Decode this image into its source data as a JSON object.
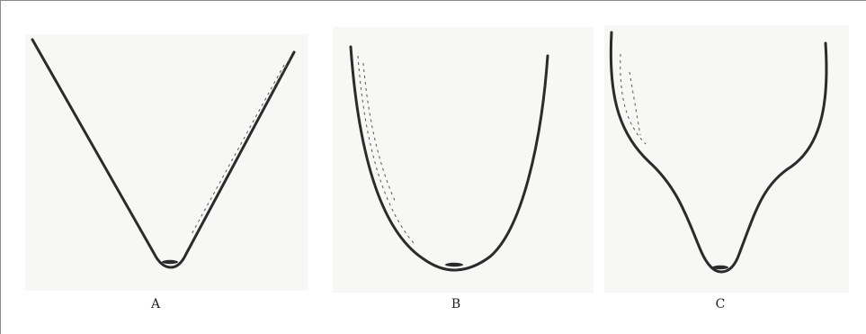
{
  "figure": {
    "panels": [
      {
        "label": "A",
        "shape": "v-shaped-profile"
      },
      {
        "label": "B",
        "shape": "u-shaped-profile"
      },
      {
        "label": "C",
        "shape": "flared-profile-with-narrow-tip"
      }
    ]
  },
  "colors": {
    "line": "#2b2b2b",
    "panel_background": "#f7f7f6",
    "frame": "#8a8a8a"
  }
}
